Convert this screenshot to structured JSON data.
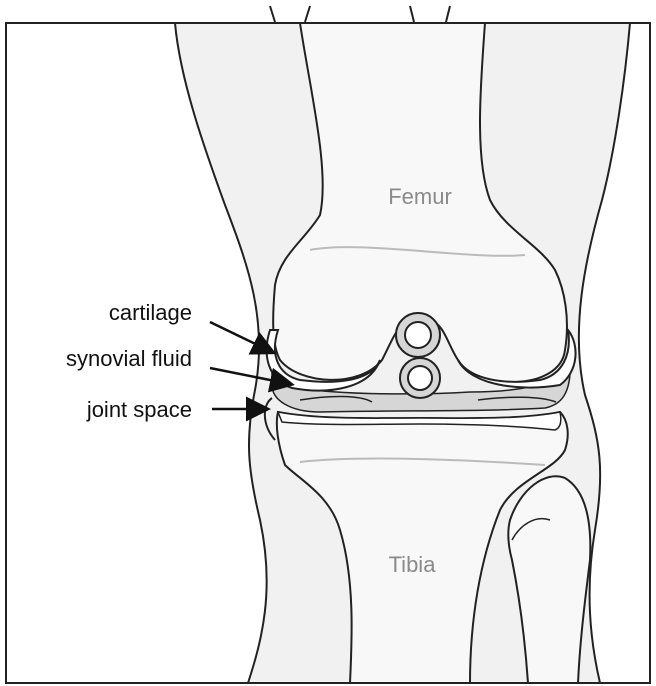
{
  "diagram": {
    "labels": {
      "femur": "Femur",
      "tibia": "Tibia",
      "cartilage": "cartilage",
      "synovial_fluid": "synovial fluid",
      "joint_space": "joint space"
    },
    "colors": {
      "background": "#ffffff",
      "skin_fill": "#f1f1f1",
      "bone_fill": "#f8f8f8",
      "cartilage_fill": "#ffffff",
      "fluid_fill": "#d6d6d6",
      "outline": "#222222",
      "bone_label": "#8a8a8a",
      "label_text": "#111111"
    }
  }
}
